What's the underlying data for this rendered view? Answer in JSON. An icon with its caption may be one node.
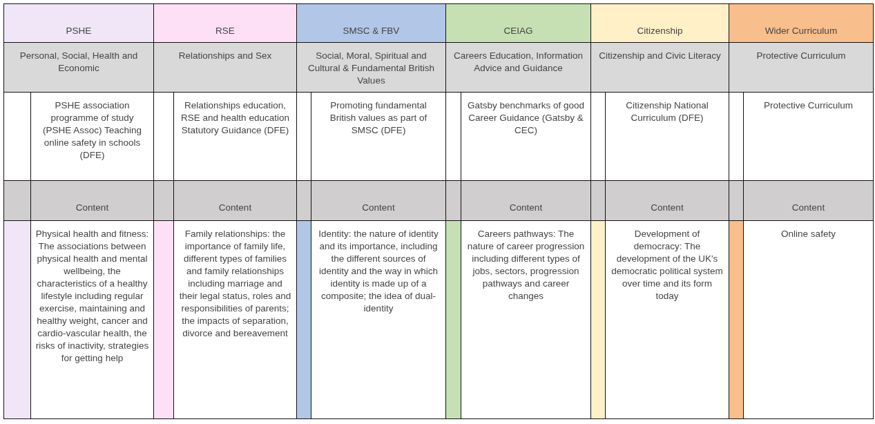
{
  "diagram": {
    "nodes": [
      {
        "text": [
          "PSHE"
        ]
      },
      {
        "text": [
          "RSE"
        ]
      },
      {
        "text": [
          "SMSC & FBV"
        ]
      },
      {
        "text": [
          "CEIAG"
        ]
      },
      {
        "text": [
          "Citizenship"
        ]
      },
      {
        "text": [
          "Wider Curriculum"
        ]
      },
      {
        "text": [
          "Personal, Social, Health and Economic"
        ]
      },
      {
        "text": [
          "Relationships and Sex"
        ]
      },
      {
        "text": [
          "Social, Moral, Spiritual and Cultural & Fundamental British Values"
        ]
      },
      {
        "text": [
          "Careers Education, Information Advice and Guidance"
        ]
      },
      {
        "text": [
          "Citizenship and Civic Literacy"
        ]
      },
      {
        "text": [
          "Protective Curriculum"
        ]
      },
      {
        "text": [
          "PSHE association programme of study (PSHE Assoc) Teaching online safety in schools (DFE)"
        ]
      },
      {
        "text": [
          "Relationships education, RSE and health education Statutory Guidance (DFE)"
        ]
      },
      {
        "text": [
          "Promoting fundamental British values as part of SMSC (DFE)"
        ]
      },
      {
        "text": [
          "Gatsby benchmarks of good Career Guidance (Gatsby & CEC)"
        ]
      },
      {
        "text": [
          "Citizenship National Curriculum (DFE)"
        ]
      },
      {
        "text": [
          "Protective Curriculum"
        ]
      },
      {
        "text": [
          "Content"
        ]
      },
      {
        "text": [
          "Content"
        ]
      },
      {
        "text": [
          "Content"
        ]
      },
      {
        "text": [
          "Content"
        ]
      },
      {
        "text": [
          "Content"
        ]
      },
      {
        "text": [
          "Content"
        ]
      },
      {
        "text": [
          "Physical health and fitness: The associations between physical health and mental wellbeing, the characteristics of a healthy lifestyle including regular exercise, maintaining and healthy weight, cancer and cardio-vascular health, the risks of inactivity, strategies for getting help"
        ]
      },
      {
        "text": [
          "Family relationships: the importance of family life, different types of families and family relationships including marriage and their legal status, roles and responsibilities of parents; the impacts of separation, divorce and bereavement"
        ]
      },
      {
        "text": [
          "Identity: the nature of identity and its importance, including the different sources of identity and the way in which identity is made up of a composite; the idea of dual-identity"
        ]
      },
      {
        "text": [
          "Careers pathways: The nature of career progression including different types of jobs, sectors, progression pathways and career changes"
        ]
      },
      {
        "text": [
          "Development of democracy: The development of the UK's democratic political system over time and its form today"
        ]
      },
      {
        "text": [
          "Online safety"
        ]
      }
    ]
  }
}
